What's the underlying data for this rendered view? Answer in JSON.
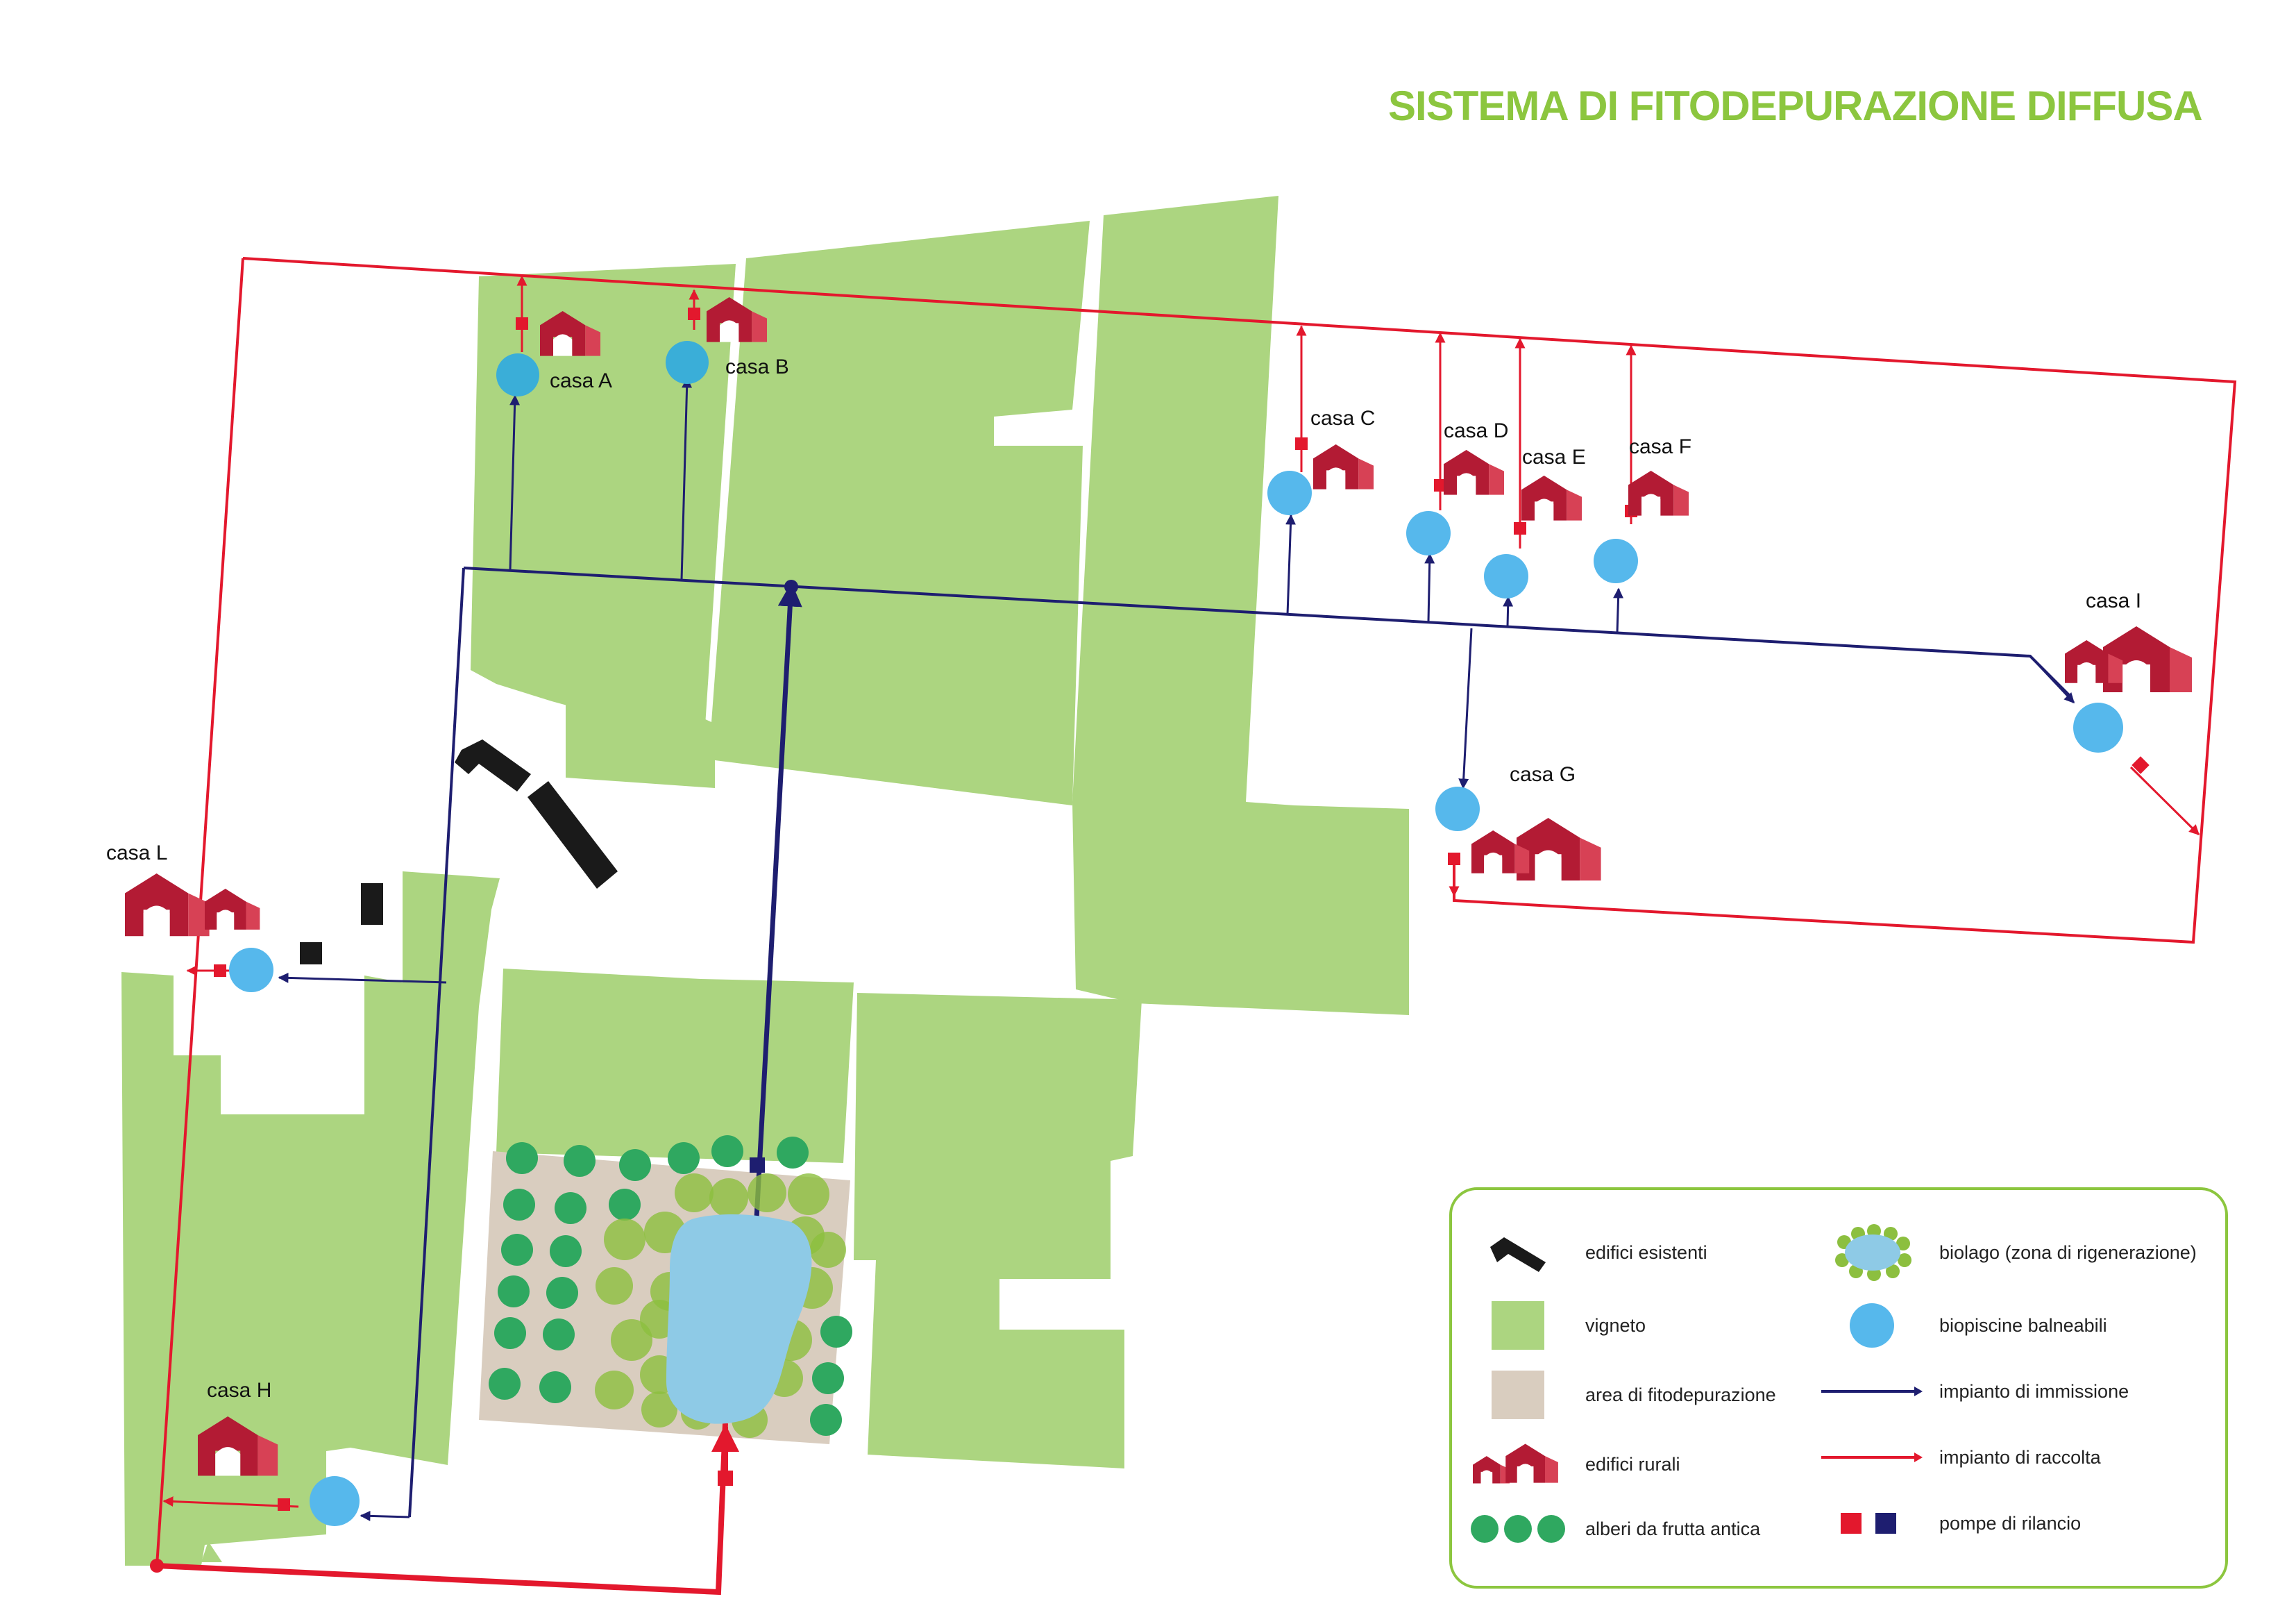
{
  "title": "SISTEMA DI FITODEPURAZIONE  DIFFUSA",
  "colors": {
    "vineyard": "#acd580",
    "phyto_area": "#d9cdbf",
    "collection_line": "#e3182d",
    "injection_line": "#1e1e70",
    "pool": "#56b8ec",
    "pool_dark": "#3aaed8",
    "rural_building": "#b31b34",
    "rural_building_light": "#d74155",
    "existing_building": "#1a1a1a",
    "lake": "#8ecae6",
    "tree_canopy": "#8cbf3f",
    "fruit_tree": "#2fa860",
    "title": "#8cc63f",
    "legend_border": "#8cc63f"
  },
  "houses": [
    {
      "id": "A",
      "label": "casa A"
    },
    {
      "id": "B",
      "label": "casa B"
    },
    {
      "id": "C",
      "label": "casa C"
    },
    {
      "id": "D",
      "label": "casa D"
    },
    {
      "id": "E",
      "label": "casa E"
    },
    {
      "id": "F",
      "label": "casa F"
    },
    {
      "id": "G",
      "label": "casa G"
    },
    {
      "id": "H",
      "label": "casa H"
    },
    {
      "id": "I",
      "label": "casa I"
    },
    {
      "id": "L",
      "label": "casa L"
    }
  ],
  "legend": {
    "left": [
      {
        "icon": "existing-building-icon",
        "label": "edifici esistenti"
      },
      {
        "icon": "vineyard-swatch",
        "label": "vigneto"
      },
      {
        "icon": "phyto-area-swatch",
        "label": "area di fitodepurazione"
      },
      {
        "icon": "rural-building-icon",
        "label": "edifici rurali"
      },
      {
        "icon": "fruit-trees-icon",
        "label": "alberi da frutta antica"
      }
    ],
    "right": [
      {
        "icon": "biolake-icon",
        "label": "biolago (zona di rigenerazione)"
      },
      {
        "icon": "pool-icon",
        "label": "biopiscine balneabili"
      },
      {
        "icon": "injection-arrow-icon",
        "label": "impianto di immissione"
      },
      {
        "icon": "collection-arrow-icon",
        "label": "impianto di raccolta"
      },
      {
        "icon": "pump-icon",
        "label": "pompe di rilancio"
      }
    ]
  }
}
